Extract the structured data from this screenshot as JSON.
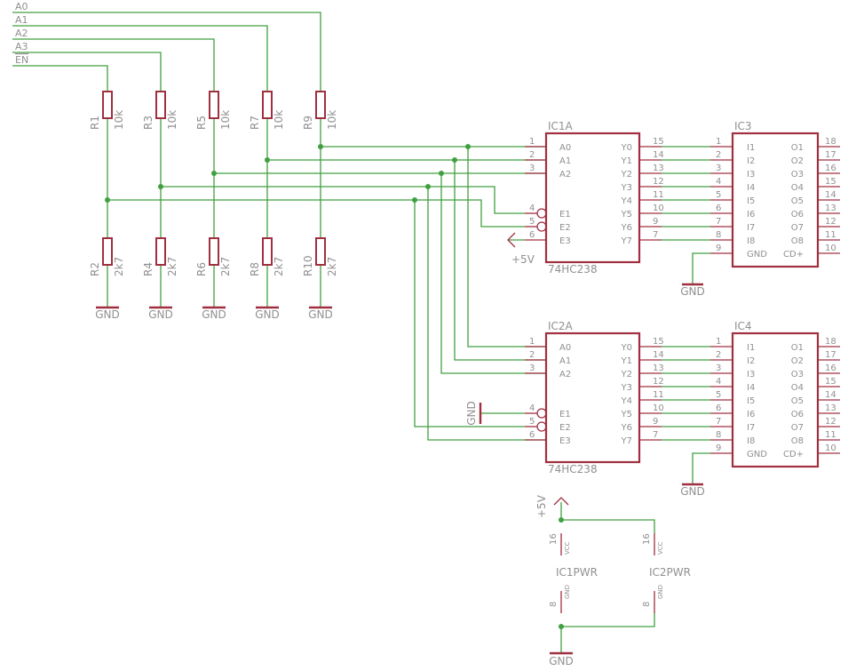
{
  "bus_signals": [
    "A0",
    "A1",
    "A2",
    "A3",
    "EN"
  ],
  "resistors_top": [
    {
      "name": "R1",
      "value": "10k"
    },
    {
      "name": "R3",
      "value": "10k"
    },
    {
      "name": "R5",
      "value": "10k"
    },
    {
      "name": "R7",
      "value": "10k"
    },
    {
      "name": "R9",
      "value": "10k"
    }
  ],
  "resistors_bottom": [
    {
      "name": "R2",
      "value": "2k7"
    },
    {
      "name": "R4",
      "value": "2k7"
    },
    {
      "name": "R6",
      "value": "2k7"
    },
    {
      "name": "R8",
      "value": "2k7"
    },
    {
      "name": "R10",
      "value": "2k7"
    }
  ],
  "ground_label": "GND",
  "supply_label": "+5V",
  "decoders": [
    {
      "name": "IC1A",
      "part": "74HC238",
      "inputs": [
        {
          "num": "1",
          "label": "A0"
        },
        {
          "num": "2",
          "label": "A1"
        },
        {
          "num": "3",
          "label": "A2"
        },
        {
          "num": "4",
          "label": "E1"
        },
        {
          "num": "5",
          "label": "E2"
        },
        {
          "num": "6",
          "label": "E3"
        }
      ],
      "outputs": [
        {
          "num": "15",
          "label": "Y0"
        },
        {
          "num": "14",
          "label": "Y1"
        },
        {
          "num": "13",
          "label": "Y2"
        },
        {
          "num": "12",
          "label": "Y3"
        },
        {
          "num": "11",
          "label": "Y4"
        },
        {
          "num": "10",
          "label": "Y5"
        },
        {
          "num": "9",
          "label": "Y6"
        },
        {
          "num": "7",
          "label": "Y7"
        }
      ]
    },
    {
      "name": "IC2A",
      "part": "74HC238",
      "inputs": [
        {
          "num": "1",
          "label": "A0"
        },
        {
          "num": "2",
          "label": "A1"
        },
        {
          "num": "3",
          "label": "A2"
        },
        {
          "num": "4",
          "label": "E1"
        },
        {
          "num": "5",
          "label": "E2"
        },
        {
          "num": "6",
          "label": "E3"
        }
      ],
      "outputs": [
        {
          "num": "15",
          "label": "Y0"
        },
        {
          "num": "14",
          "label": "Y1"
        },
        {
          "num": "13",
          "label": "Y2"
        },
        {
          "num": "12",
          "label": "Y3"
        },
        {
          "num": "11",
          "label": "Y4"
        },
        {
          "num": "10",
          "label": "Y5"
        },
        {
          "num": "9",
          "label": "Y6"
        },
        {
          "num": "7",
          "label": "Y7"
        }
      ]
    }
  ],
  "drivers": [
    {
      "name": "IC3",
      "inputs": [
        {
          "num": "1",
          "label": "I1"
        },
        {
          "num": "2",
          "label": "I2"
        },
        {
          "num": "3",
          "label": "I3"
        },
        {
          "num": "4",
          "label": "I4"
        },
        {
          "num": "5",
          "label": "I5"
        },
        {
          "num": "6",
          "label": "I6"
        },
        {
          "num": "7",
          "label": "I7"
        },
        {
          "num": "8",
          "label": "I8"
        },
        {
          "num": "9",
          "label": "GND"
        }
      ],
      "outputs": [
        {
          "num": "18",
          "label": "O1"
        },
        {
          "num": "17",
          "label": "O2"
        },
        {
          "num": "16",
          "label": "O3"
        },
        {
          "num": "15",
          "label": "O4"
        },
        {
          "num": "14",
          "label": "O5"
        },
        {
          "num": "13",
          "label": "O6"
        },
        {
          "num": "12",
          "label": "O7"
        },
        {
          "num": "11",
          "label": "O8"
        },
        {
          "num": "10",
          "label": "CD+"
        }
      ]
    },
    {
      "name": "IC4",
      "inputs": [
        {
          "num": "1",
          "label": "I1"
        },
        {
          "num": "2",
          "label": "I2"
        },
        {
          "num": "3",
          "label": "I3"
        },
        {
          "num": "4",
          "label": "I4"
        },
        {
          "num": "5",
          "label": "I5"
        },
        {
          "num": "6",
          "label": "I6"
        },
        {
          "num": "7",
          "label": "I7"
        },
        {
          "num": "8",
          "label": "I8"
        },
        {
          "num": "9",
          "label": "GND"
        }
      ],
      "outputs": [
        {
          "num": "18",
          "label": "O1"
        },
        {
          "num": "17",
          "label": "O2"
        },
        {
          "num": "16",
          "label": "O3"
        },
        {
          "num": "15",
          "label": "O4"
        },
        {
          "num": "14",
          "label": "O5"
        },
        {
          "num": "13",
          "label": "O6"
        },
        {
          "num": "12",
          "label": "O7"
        },
        {
          "num": "11",
          "label": "O8"
        },
        {
          "num": "10",
          "label": "CD+"
        }
      ]
    }
  ],
  "power_units": [
    {
      "name": "IC1PWR",
      "vcc_pin": "16",
      "vcc_label": "VCC",
      "gnd_pin": "8",
      "gnd_label": "GND"
    },
    {
      "name": "IC2PWR",
      "vcc_pin": "16",
      "vcc_label": "VCC",
      "gnd_pin": "8",
      "gnd_label": "GND"
    }
  ]
}
